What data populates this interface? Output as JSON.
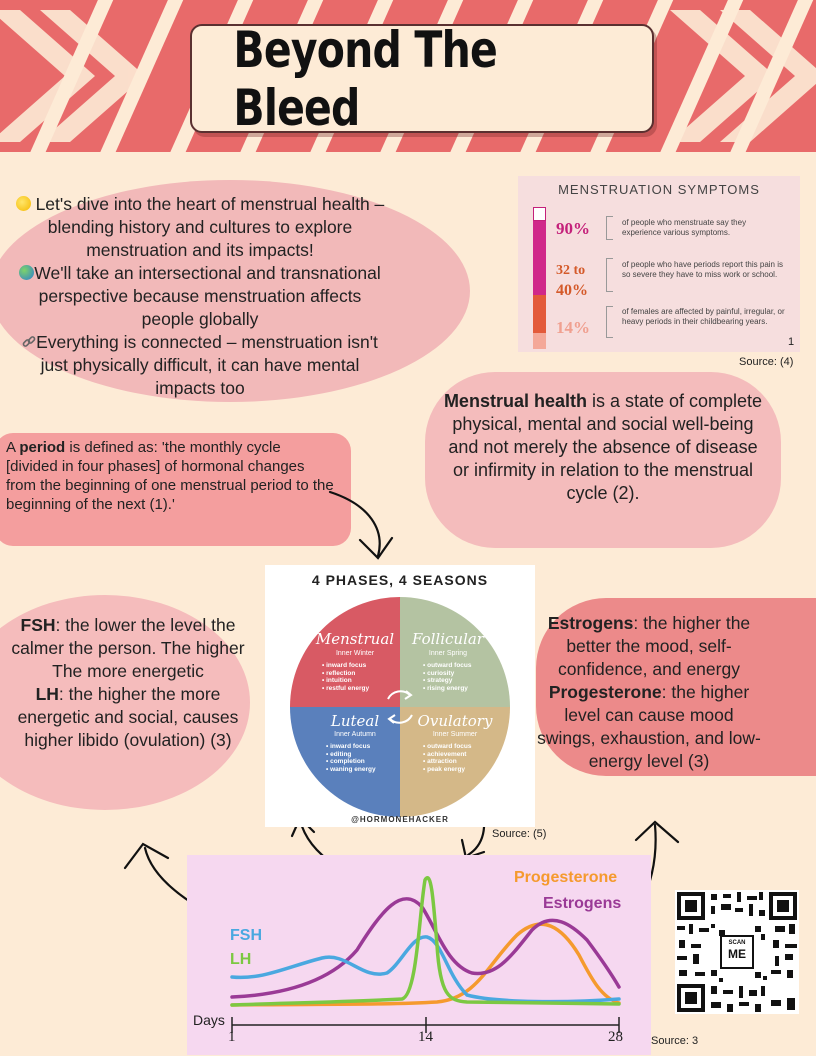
{
  "title": "Beyond The Bleed",
  "intro": {
    "line1": "Let's dive into the heart of menstrual health – blending history and cultures to explore menstruation and its impacts!",
    "line2": "We'll take an intersectional and transnational perspective because menstruation affects people globally",
    "line3": "Everything is connected – menstruation isn't just physically difficult, it can have mental impacts too"
  },
  "symptoms": {
    "title": "MENSTRUATION SYMPTOMS",
    "items": [
      {
        "value": "90%",
        "desc": "of people who menstruate say they experience various symptoms.",
        "color": "#c4207a"
      },
      {
        "value": "32 to",
        "value2": "40%",
        "desc": "of people who have periods report this pain is so severe they have to miss work or school.",
        "color": "#d45a2a"
      },
      {
        "value": "14%",
        "desc": "of females are affected by painful, irregular, or heavy periods in their childbearing years.",
        "color": "#f0a090"
      }
    ],
    "page_num": "1",
    "source": "Source: (4)"
  },
  "health": {
    "bold": "Menstrual health",
    "rest": " is a state of complete physical, mental and social well-being and not merely the absence of disease or infirmity in relation to the menstrual cycle (2)."
  },
  "period": {
    "prefix": "A ",
    "bold": "period",
    "rest": " is defined as: 'the monthly cycle [divided in four phases] of hormonal changes from the beginning of one menstrual period to the beginning of the next (1).'"
  },
  "phases": {
    "title": "4 PHASES, 4 SEASONS",
    "menstrual": {
      "name": "Menstrual",
      "sub": "Inner Winter",
      "items": [
        "inward focus",
        "reflection",
        "intuition",
        "restful energy"
      ],
      "color": "#d85a64"
    },
    "follicular": {
      "name": "Follicular",
      "sub": "Inner Spring",
      "items": [
        "outward focus",
        "curiosity",
        "strategy",
        "rising energy"
      ],
      "color": "#b4c3a2"
    },
    "luteal": {
      "name": "Luteal",
      "sub": "Inner Autumn",
      "items": [
        "inward focus",
        "editing",
        "completion",
        "waning energy"
      ],
      "color": "#5a80bc"
    },
    "ovulatory": {
      "name": "Ovulatory",
      "sub": "Inner Summer",
      "items": [
        "outward focus",
        "achievement",
        "attraction",
        "peak energy"
      ],
      "color": "#d4b888"
    },
    "handle": "@HORMONEHACKER",
    "source": "Source: (5)"
  },
  "fsh_box": {
    "fsh_label": "FSH",
    "fsh_text": ": the lower the level the calmer the person. The higher",
    "fsh_text2": "The more energetic",
    "lh_label": "LH",
    "lh_text": ": the higher the more energetic and social, causes higher libido (ovulation) (3)"
  },
  "estro_box": {
    "estro_label": "Estrogens",
    "estro_text": ": the higher the better the mood, self-confidence, and energy",
    "prog_label": "Progesterone",
    "prog_text": ": the higher level can cause mood swings, exhaustion, and low-energy level (3)"
  },
  "graph": {
    "legend": {
      "fsh": "FSH",
      "lh": "LH",
      "progesterone": "Progesterone",
      "estrogens": "Estrogens"
    },
    "xlabel": "Days",
    "ticks": [
      "1",
      "14",
      "28"
    ],
    "colors": {
      "fsh": "#4aa8e0",
      "lh": "#7cc842",
      "progesterone": "#f59a2e",
      "estrogens": "#9a3a96"
    }
  },
  "qr": {
    "label1": "SCAN",
    "label2": "ME"
  },
  "source3": "Source: 3"
}
